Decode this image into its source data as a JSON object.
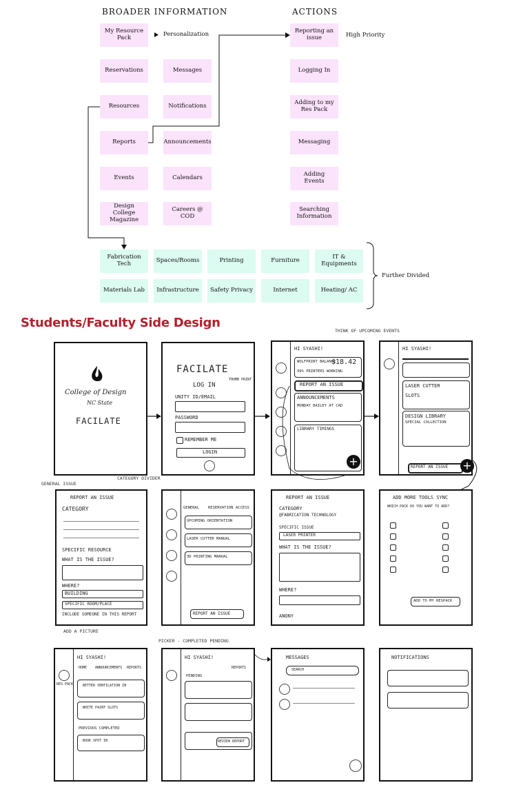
{
  "headings": {
    "broader": "BROADER INFORMATION",
    "actions": "ACTIONS"
  },
  "broader_col1": [
    "My Resource Pack",
    "Reservations",
    "Resources",
    "Reports",
    "Events",
    "Design College Magazine"
  ],
  "broader_col2": [
    "Personalization",
    "Messages",
    "Notifications",
    "Announcements",
    "Calendars",
    "Careers @ COD"
  ],
  "actions": [
    "Reporting an issue",
    "Logging In",
    "Adding to my Res Pack",
    "Messaging",
    "Adding Events",
    "Searching Information"
  ],
  "high_priority": "High Priority",
  "resources_row1": [
    "Fabrication Tech",
    "Spaces/Rooms",
    "Printing",
    "Furniture",
    "IT & Equipments"
  ],
  "resources_row2": [
    "Materials Lab",
    "Infrastructure",
    "Safety Privacy",
    "Internet",
    "Heating/ AC"
  ],
  "further_divided": "Further Divided",
  "section_title": "Students/Faculty Side Design",
  "sketches": {
    "splash_logo": "College of Design",
    "splash_sub": "NC State",
    "splash_app": "FACILATE",
    "login_title": "FACILATE",
    "login_heading": "LOG IN",
    "login_unity": "UNITY ID/EMAIL",
    "login_password": "PASSWORD",
    "login_remember": "REMEMBER ME",
    "login_button": "LOGIN",
    "login_note": "THUMB PRINT",
    "home_greeting": "HI SYASHI!",
    "home_card1": "WOLFPRINT BALANCE",
    "home_balance": "$18.42",
    "home_printers": "99% PRINTERS WORKING",
    "home_report": "REPORT AN ISSUE",
    "home_ann": "ANNOUNCEMENTS",
    "home_ann_text": "MONDAY BAILEY AT CAD",
    "home_lib": "LIBRARY TIMINGS",
    "note_upcoming": "THINK OF UPCOMING EVENTS",
    "home2_cat": "LASER CUTTER",
    "home2_slots": "SLOTS",
    "home2_design": "DESIGN LIBRARY",
    "home2_special": "SPECIAL COLLECTION",
    "home2_report": "REPORT AN ISSUE",
    "note_general": "GENERAL ISSUE",
    "note_category": "CATEGORY DIVIDER",
    "report_title": "REPORT AN ISSUE",
    "report_category": "CATEGORY",
    "report_specific": "SPECIFIC RESOURCE",
    "report_what": "WHAT IS THE ISSUE?",
    "report_where": "WHERE?",
    "report_building": "BUILDING",
    "report_place": "SPECIFIC ROOM/PLACE",
    "report_include": "INCLUDE SOMEONE IN THIS REPORT",
    "report_add_pic": "ADD A PICTURE",
    "msg_tab1": "GENERAL",
    "msg_tab2": "RESERVATION",
    "msg_tab3": "ACCESS",
    "msg_item1": "UPCOMING ORIENTATION",
    "msg_item2": "LASER CUTTER MANUAL",
    "msg_item3": "3D PRINTING MANUAL",
    "msg_report": "REPORT AN ISSUE",
    "report2_title": "REPORT AN ISSUE",
    "report2_category": "CATEGORY",
    "report2_fab": "@FABRICATION TECHNOLOGY",
    "report2_specific": "SPECIFIC ISSUE",
    "report2_laser": "LASER PRINTER",
    "report2_what": "WHAT IS THE ISSUE?",
    "report2_where": "WHERE?",
    "report2_anon": "ANONY",
    "add_title": "ADD MORE TOOLS SYNC",
    "add_q": "WHICH PACK DO YOU WANT TO ADD?",
    "add_button": "ADD TO MY RESPACK",
    "rp_greeting": "HI SYASHI!",
    "rp_label": "RES PACK",
    "rp_tab1": "HOME",
    "rp_tab2": "ANNOUNCEMENTS",
    "rp_tab3": "REPORTS",
    "rp_item1": "BETTER VENTILATION IN",
    "rp_item2": "WHITE PAINT SLOTS",
    "rp_completed": "PREVIOUS COMPLETED",
    "rp_item3": "BOOK SPOT IN",
    "rep_tab": "REPORTS",
    "rep_pending": "PENDING",
    "rep_review": "REVIEW REPORT",
    "msgs_title": "MESSAGES",
    "msgs_search": "SEARCH",
    "notif_title": "NOTIFICATIONS",
    "note_picker": "PICKER - COMPLETED PENDING"
  }
}
